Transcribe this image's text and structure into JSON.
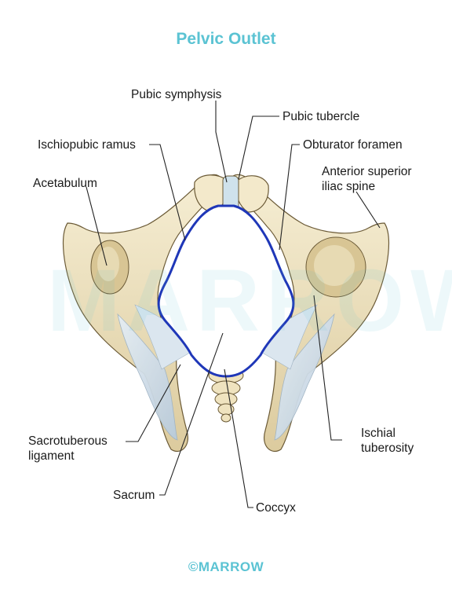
{
  "title": "Pelvic Outlet",
  "watermark": "MARROW",
  "logo": "©MARROW",
  "labels": {
    "pubic_symphysis": "Pubic symphysis",
    "pubic_tubercle": "Pubic tubercle",
    "ischiopubic_ramus": "Ischiopubic ramus",
    "obturator_foramen": "Obturator foramen",
    "acetabulum": "Acetabulum",
    "asis_line1": "Anterior superior",
    "asis_line2": "iliac spine",
    "sacrotuberous_line1": "Sacrotuberous",
    "sacrotuberous_line2": "ligament",
    "ischial_line1": "Ischial",
    "ischial_line2": "tuberosity",
    "sacrum": "Sacrum",
    "coccyx": "Coccyx"
  },
  "colors": {
    "title": "#5bc3d3",
    "watermark": "#5bc3d3",
    "logo": "#5bc3d3",
    "bone_fill": "#efe4c2",
    "bone_shadow": "#c9b98f",
    "bone_outline": "#6b5a36",
    "ligament": "#cfdde8",
    "outlet_outline": "#1f37b8",
    "leader_line": "#222222"
  }
}
